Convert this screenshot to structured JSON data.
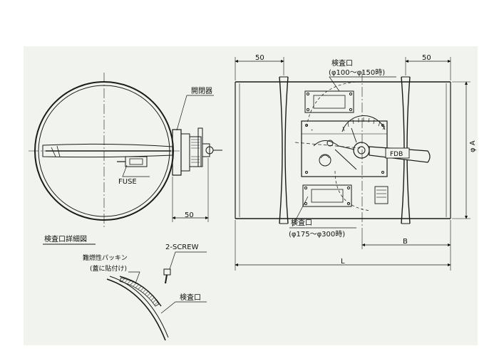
{
  "labels": {
    "actuator": "開閉器",
    "fuse": "FUSE",
    "dim_50_left": "50",
    "inspection_detail": "検査口詳細図",
    "screw": "2-SCREW",
    "packing_line1": "難燃性パッキン",
    "packing_line2": "(蓋に貼付け)",
    "inspection_port": "検査口",
    "dim_50_top_left": "50",
    "dim_50_top_right": "50",
    "port_upper_title": "検査口",
    "port_upper_range": "(φ100〜φ150時)",
    "port_lower_title": "検査口",
    "port_lower_range": "(φ175〜φ300時)",
    "fdb": "FDB",
    "diameter": "φ A",
    "dim_b": "B",
    "dim_l": "L"
  },
  "colors": {
    "background": "#ffffff",
    "sheet": "#f0f3ee",
    "line": "#1a1a1a"
  }
}
